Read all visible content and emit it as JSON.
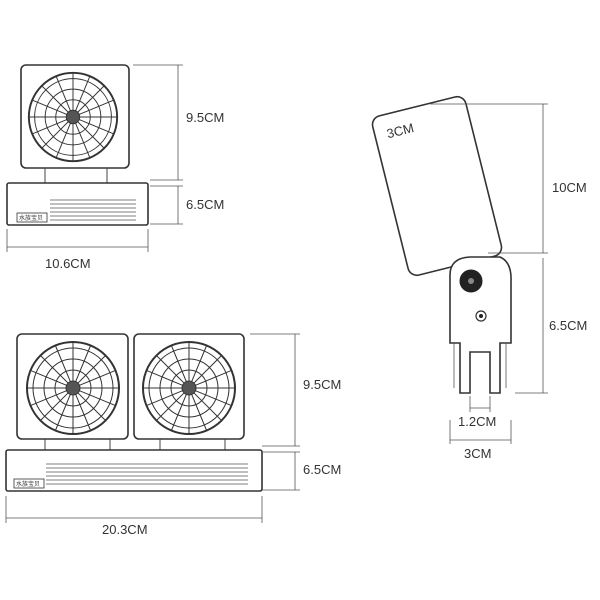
{
  "single_fan": {
    "dim_fan_height": "9.5CM",
    "dim_base_height": "6.5CM",
    "dim_width": "10.6CM",
    "brand_text": "水族宝贝"
  },
  "double_fan": {
    "dim_fan_height": "9.5CM",
    "dim_base_height": "6.5CM",
    "dim_width": "20.3CM",
    "brand_text": "水族宝贝"
  },
  "clamp": {
    "panel_label": "3CM",
    "dim_panel_length": "10CM",
    "dim_clamp_height": "6.5CM",
    "dim_slot_width": "1.2CM",
    "dim_clamp_width": "3CM"
  },
  "icons": {
    "fan": "fan-icon",
    "knob": "knob-icon",
    "screw": "screw-icon"
  },
  "colors": {
    "line": "#333333",
    "background": "#ffffff"
  }
}
